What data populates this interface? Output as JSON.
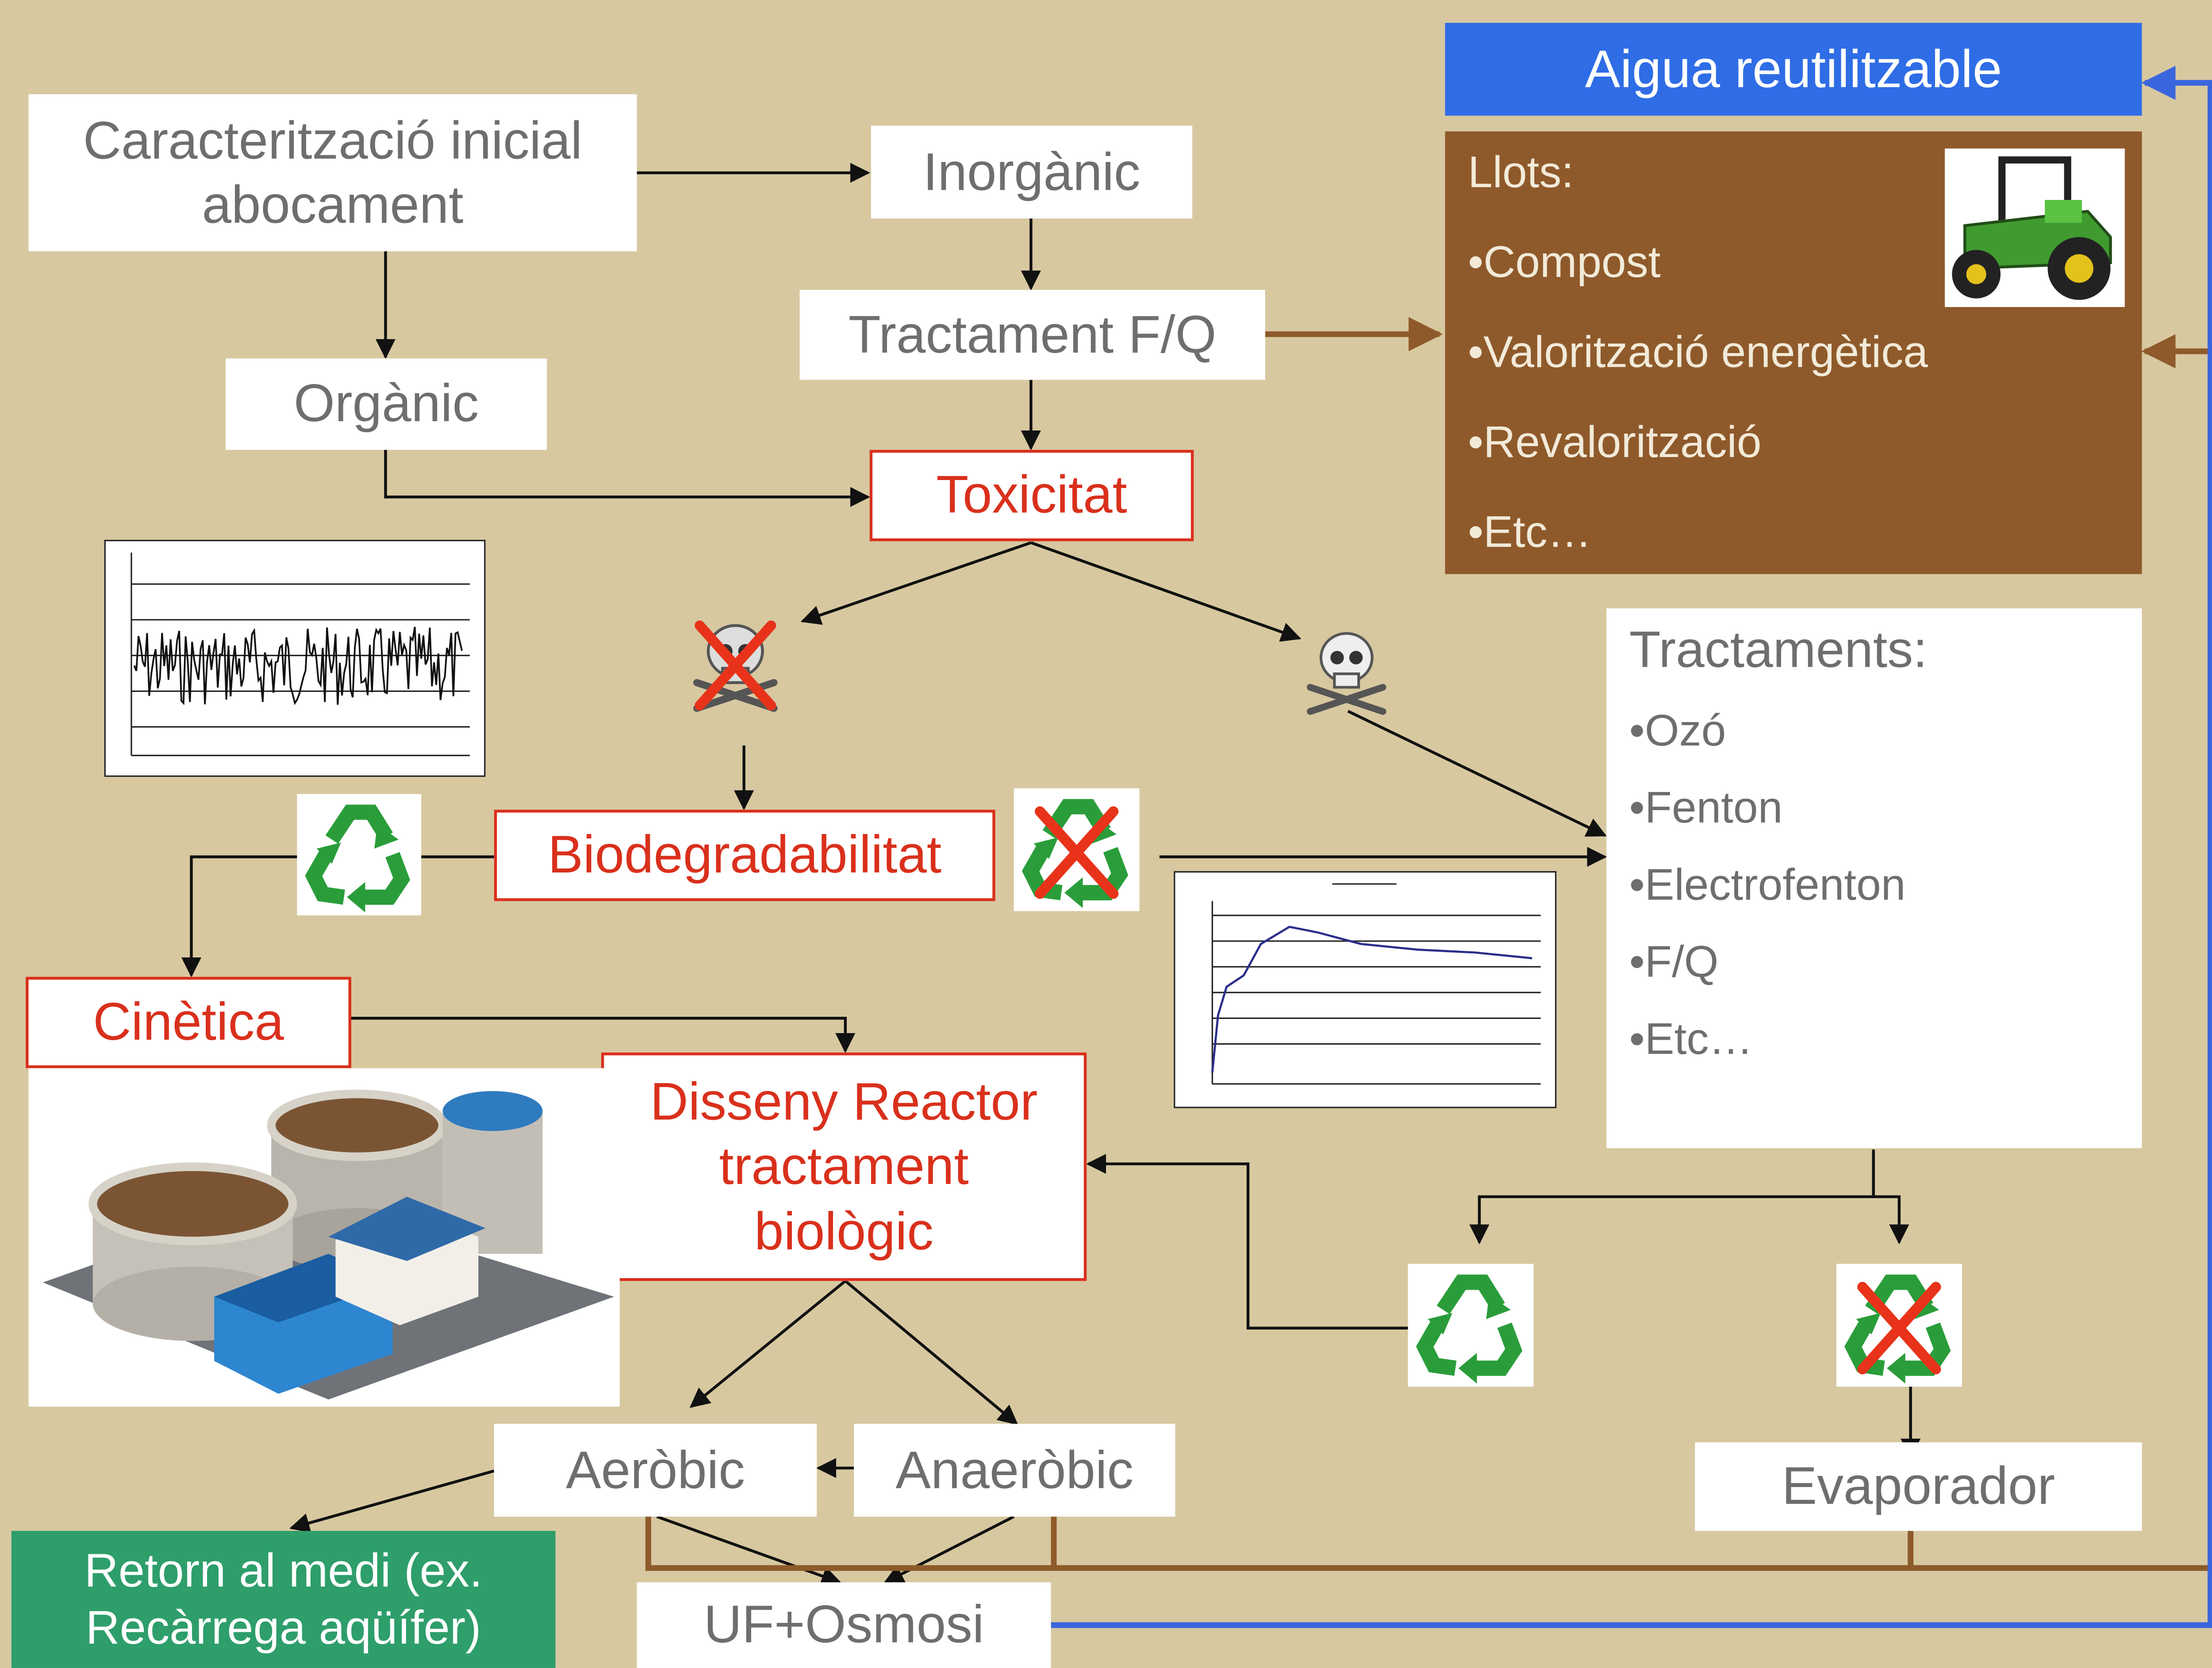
{
  "nodes": {
    "caracteritzacio": "Caracterització inicial\nabocament",
    "inorganic": "Inorgànic",
    "organic": "Orgànic",
    "tractament_fq": "Tractament F/Q",
    "toxicitat": "Toxicitat",
    "biodegradabilitat": "Biodegradabilitat",
    "cinetica": "Cinètica",
    "disseny_reactor": "Disseny Reactor\ntractament\nbiològic",
    "aerobic": "Aeròbic",
    "anaerobic": "Anaeròbic",
    "retorn": "Retorn al medi (ex.\nRecàrrega aqüífer)",
    "uf_osmosi": "UF+Osmosi",
    "evaporador": "Evaporador",
    "aigua": "Aigua reutilitzable"
  },
  "llots": {
    "title": "Llots:",
    "items": [
      "•Compost",
      "•Valorització energètica",
      "•Revalorització",
      "•Etc…"
    ]
  },
  "tractaments": {
    "title": "Tractaments:",
    "items": [
      "•Ozó",
      "•Fenton",
      "•Electrofenton",
      "•F/Q",
      "•Etc…"
    ]
  },
  "icons": {
    "skull": "skull-crossbones-icon",
    "recycle": "recycle-icon",
    "cross": "red-x-icon",
    "tractor": "tractor-icon",
    "plant": "treatment-plant-icon",
    "chart1": "noisy-time-series-chart",
    "chart2": "respirometry-curve-chart"
  },
  "colors": {
    "background": "#d7c8a0",
    "red_text": "#d9301c",
    "brown_box": "#8f5a2b",
    "blue_box": "#2f6de6",
    "green_box": "#2e9e6b",
    "recycle_green": "#2a9d3a",
    "brown_line": "#8f5a2b",
    "blue_line": "#3a66dd"
  }
}
